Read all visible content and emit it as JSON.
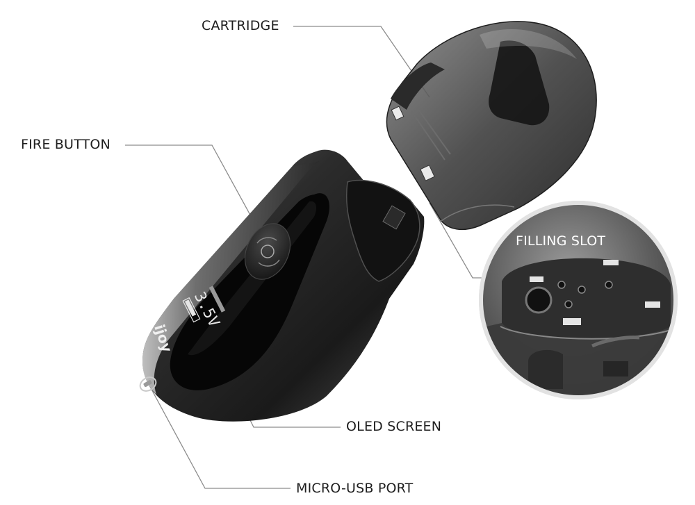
{
  "labels": {
    "cartridge": "CARTRIDGE",
    "fire_button": "FIRE BUTTON",
    "filling_slot": "FILLING SLOT",
    "oled_screen": "OLED SCREEN",
    "micro_usb_port": "MICRO-USB PORT"
  },
  "device": {
    "brand": "ijoy",
    "screen_voltage": "3.5V"
  },
  "colors": {
    "leader_line": "#8c8c8c",
    "label_text": "#1e1e1e",
    "body_metal": "#3a3a3a",
    "cartridge_smoke": "#4a4a4a",
    "screen_black": "#050505"
  }
}
